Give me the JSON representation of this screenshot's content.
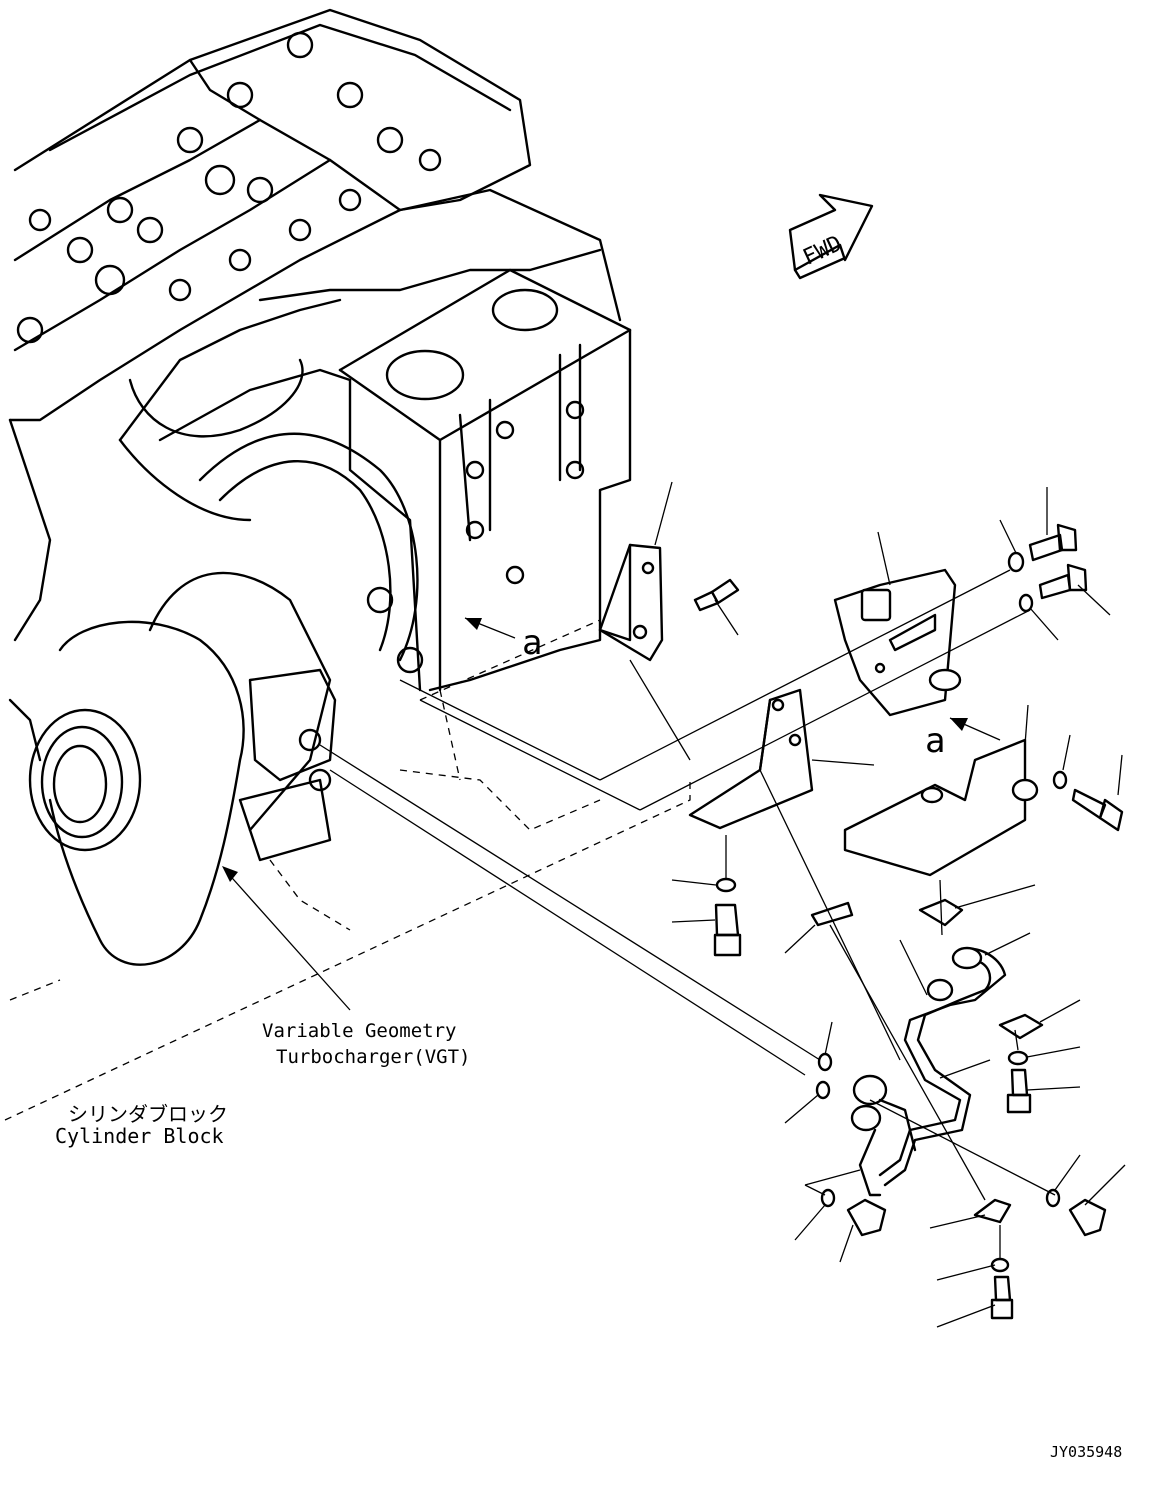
{
  "fwd_label": "FWD",
  "view_marker": "a",
  "labels": {
    "vgt_line1": "Variable Geometry",
    "vgt_line2": "Turbocharger(VGT)",
    "block_jp": "シリンダブロック",
    "block_en": "Cylinder Block"
  },
  "drawing_id": "JY035948"
}
